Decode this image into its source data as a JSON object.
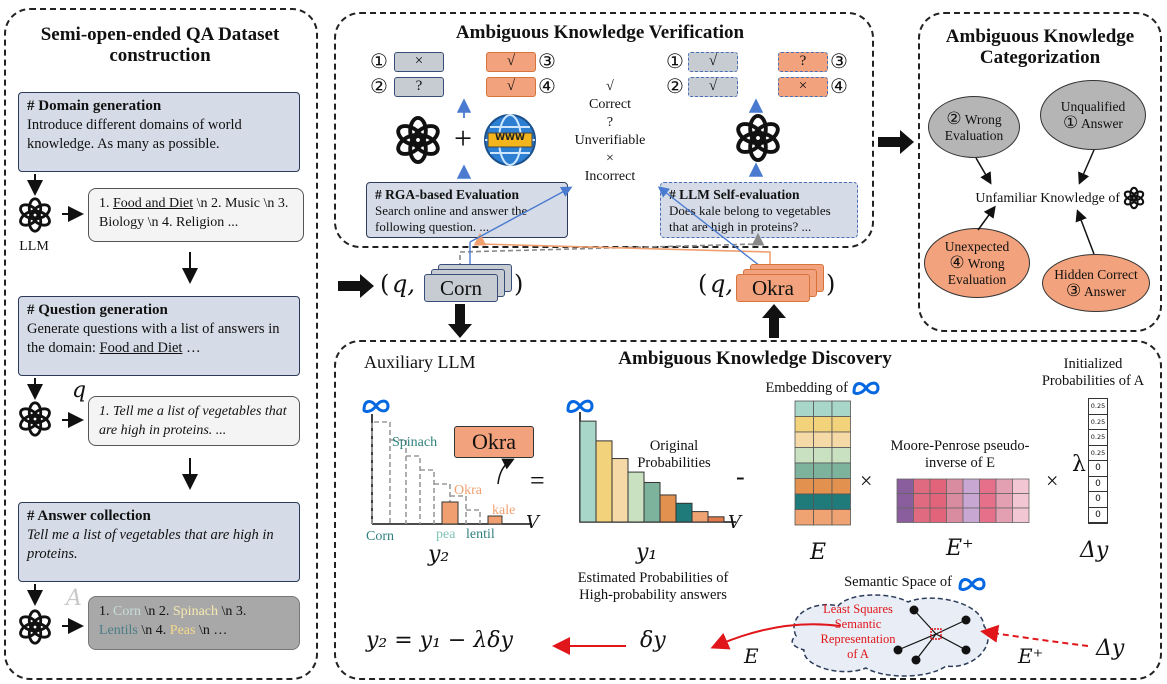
{
  "left_panel": {
    "title": "Semi-open-ended QA Dataset construction",
    "domain": {
      "heading": "# Domain generation",
      "body": "Introduce different domains of world knowledge. As many as possible."
    },
    "llm_label": "LLM",
    "domain_answer": {
      "p1": "1. ",
      "u1": "Food and Diet",
      "p2": " \\n 2. Music \\n 3. Biology \\n 4. Religion ..."
    },
    "question": {
      "heading": "# Question generation",
      "body": "Generate questions with a list of answers in the domain:",
      "u": "Food and Diet",
      "tail": " …"
    },
    "q_label": "q",
    "question_answer": "1. Tell me a list of vegetables that are high in proteins. ...",
    "answer": {
      "heading": "# Answer collection",
      "body": "Tell me a list of vegetables that are high in proteins."
    },
    "a_label": "A",
    "final_answer": {
      "t1": "1. ",
      "corn": "Corn",
      "t2": " \\n 2. ",
      "spinach": "Spinach",
      "t3": " \\n 3.",
      "lentils": "Lentils",
      "t4": " \\n 4. ",
      "peas": "Peas",
      "t5": " \\n  …"
    }
  },
  "verify_panel": {
    "title": "Ambiguous Knowledge Verification",
    "left_buttons": [
      {
        "num": "①",
        "label": "×"
      },
      {
        "num": "②",
        "label": "?"
      },
      {
        "num": "③",
        "label": "√"
      },
      {
        "num": "④",
        "label": "√"
      }
    ],
    "right_buttons": [
      {
        "num": "①",
        "label": "√"
      },
      {
        "num": "②",
        "label": "√"
      },
      {
        "num": "③",
        "label": "?"
      },
      {
        "num": "④",
        "label": "×"
      }
    ],
    "plus": "+",
    "www": "WWW",
    "legend": [
      "√",
      "Correct",
      "?",
      "Unverifiable",
      "×",
      "Incorrect"
    ],
    "rga": {
      "heading": "# RGA-based Evaluation",
      "body": "Search online and answer the following question. ..."
    },
    "self_eval": {
      "heading": "# LLM Self-evaluation",
      "body": "Does kale belong to vegetables that are high in proteins? ..."
    }
  },
  "middle": {
    "corn_tuple": {
      "open": "(",
      "q": "q,",
      "word": "Corn",
      "close": ")"
    },
    "okra_tuple": {
      "open": "(",
      "q": "q,",
      "word": "Okra",
      "close": ")"
    }
  },
  "category_panel": {
    "title": "Ambiguous Knowledge Categorization",
    "wrong_eval": {
      "num": "②",
      "text": "Wrong Evaluation"
    },
    "unqualified": {
      "text": "Unqualified",
      "num": "①",
      "text2": "Answer"
    },
    "center": "Unfamiliar Knowledge of",
    "unexpected": {
      "text": "Unexpected",
      "num": "④",
      "text2": "Wrong Evaluation"
    },
    "hidden": {
      "text": "Hidden Correct",
      "num": "③",
      "text2": "Answer"
    }
  },
  "discovery_panel": {
    "title": "Ambiguous Knowledge Discovery",
    "aux_llm": "Auxiliary LLM",
    "okra_box": "Okra",
    "labels": {
      "spinach": "Spinach",
      "okra": "Okra",
      "kale": "kale",
      "corn": "Corn",
      "pea": "pea",
      "lentil": "lentil",
      "V": "V",
      "V2": "V"
    },
    "y2": "y₂",
    "equals": "=",
    "orig_prob": "Original Probabilities",
    "y1": "y₁",
    "minus": "-",
    "embedding_of": "Embedding of",
    "E": "E",
    "times1": "×",
    "moore": "Moore-Penrose pseudo-inverse of E",
    "E_plus": "E⁺",
    "times2": "×",
    "init_prob": "Initialized Probabilities of A",
    "lambda": "λ",
    "vector": [
      "0.25",
      "0.25",
      "0.25",
      "0.25",
      "0",
      "0",
      "0",
      "0"
    ],
    "delta_y": "Δy",
    "estimated": "Estimated Probabilities of High-probability answers",
    "small_delta_y": "δy",
    "formula": "y₂ = y₁ − λδy",
    "E_bottom": "E",
    "semantic_space": "Semantic Space of",
    "least_squares": "Least Squares Semantic Representation of A",
    "E_plus_bottom": "E⁺",
    "delta_y_bottom": "Δy"
  },
  "colors": {
    "okra_orange": "#f2a27c",
    "gray_box": "#c7ccd3",
    "scroll_blue": "#d6dce7",
    "meta_blue": "#0668E1",
    "red": "#e0161b"
  },
  "chart_data": [
    {
      "type": "bar",
      "title": "",
      "bars_relative": [
        0.97,
        0.78,
        0.61,
        0.48,
        0.38,
        0.26,
        0.18,
        0.1,
        0.05
      ],
      "colors": [
        "#a8d6c9",
        "#f2d27a",
        "#f5d9a6",
        "#c9e0c1",
        "#7db39d",
        "#e3914f",
        "#1f7a7a",
        "#f0a372",
        "#e07a4a"
      ]
    }
  ]
}
